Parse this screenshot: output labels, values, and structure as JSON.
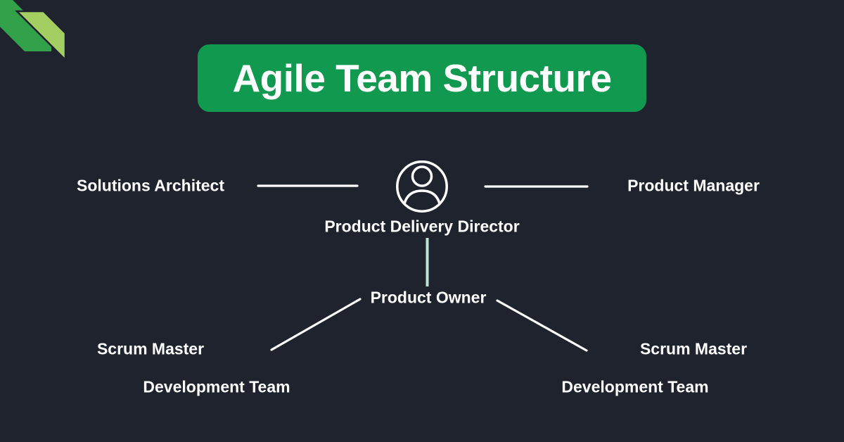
{
  "colors": {
    "background": "#1E232E",
    "banner_green": "#119A4F",
    "ribbon_dark_green": "#32A149",
    "ribbon_light_green": "#A3CF62",
    "label_white": "#FFFFFF",
    "connector_white": "#FFFFFF",
    "connector_mint": "#BCE3CE"
  },
  "title": {
    "label": "Agile Team Structure"
  },
  "icons": {
    "director_avatar": "person-circle-icon"
  },
  "roles": {
    "director": "Product Delivery Director",
    "solutions_architect": "Solutions Architect",
    "product_manager": "Product Manager",
    "product_owner": "Product Owner",
    "left_squad": {
      "scrum_master": "Scrum Master",
      "development_team": "Development Team"
    },
    "right_squad": {
      "scrum_master": "Scrum Master",
      "development_team": "Development Team"
    }
  }
}
